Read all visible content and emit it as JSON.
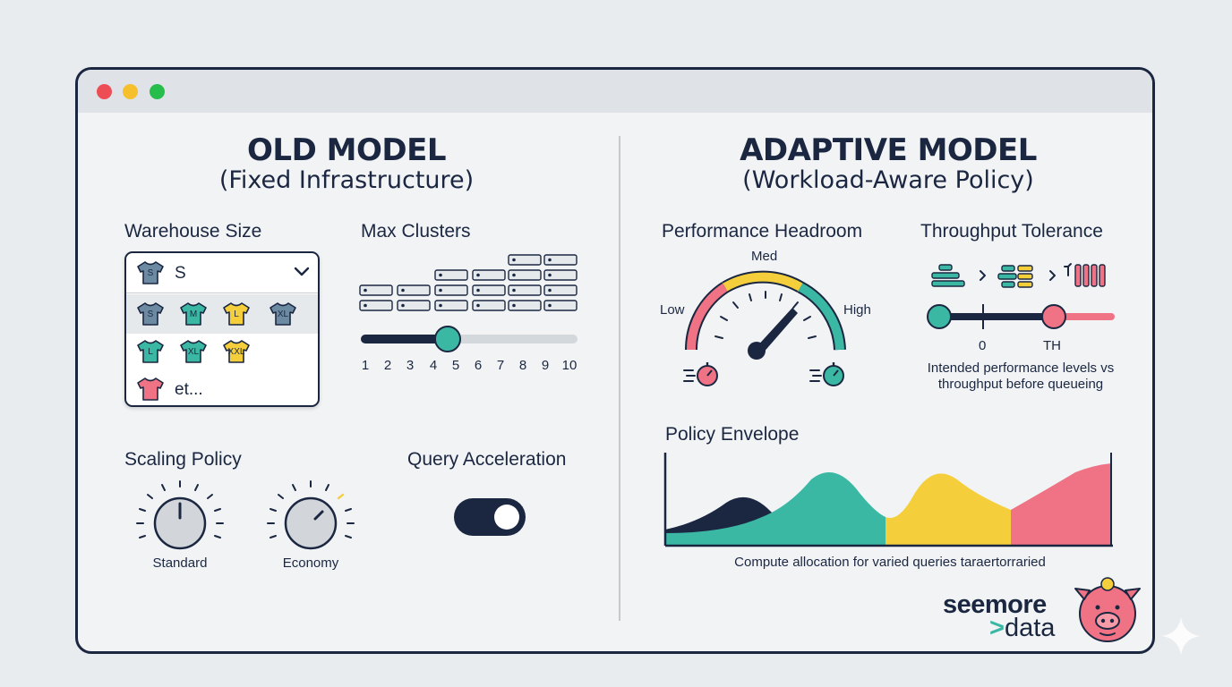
{
  "old_model": {
    "title": "OLD MODEL",
    "subtitle": "(Fixed Infrastructure)",
    "warehouse_size": {
      "label": "Warehouse Size",
      "selected": "S",
      "options": [
        "S",
        "M",
        "L",
        "XL",
        "L",
        "XL",
        "XXL"
      ],
      "more": "et..."
    },
    "max_clusters": {
      "label": "Max Clusters",
      "value": 5,
      "ticks": [
        "1",
        "2",
        "3",
        "4",
        "5",
        "6",
        "7",
        "8",
        "9",
        "10"
      ]
    },
    "scaling_policy": {
      "label": "Scaling Policy",
      "options": [
        "Standard",
        "Economy"
      ]
    },
    "query_acceleration": {
      "label": "Query Acceleration",
      "enabled": true
    }
  },
  "adaptive_model": {
    "title": "ADAPTIVE MODEL",
    "subtitle": "(Workload-Aware Policy)",
    "performance_headroom": {
      "label": "Performance Headroom",
      "low": "Low",
      "med": "Med",
      "high": "High"
    },
    "throughput_tolerance": {
      "label": "Throughput Tolerance",
      "tick_zero": "0",
      "tick_th": "TH",
      "caption_line1": "Intended performance levels vs",
      "caption_line2": "throughput before queueing"
    },
    "policy_envelope": {
      "label": "Policy Envelope",
      "caption": "Compute allocation for varied queries taraertorraried"
    }
  },
  "brand": {
    "name_top": "seemore",
    "name_bottom": "data",
    "chevron": ">"
  },
  "colors": {
    "navy": "#1b2741",
    "teal": "#3bb8a3",
    "yellow": "#f5cf3b",
    "coral": "#ef7384",
    "slate": "#6d8aa3"
  }
}
